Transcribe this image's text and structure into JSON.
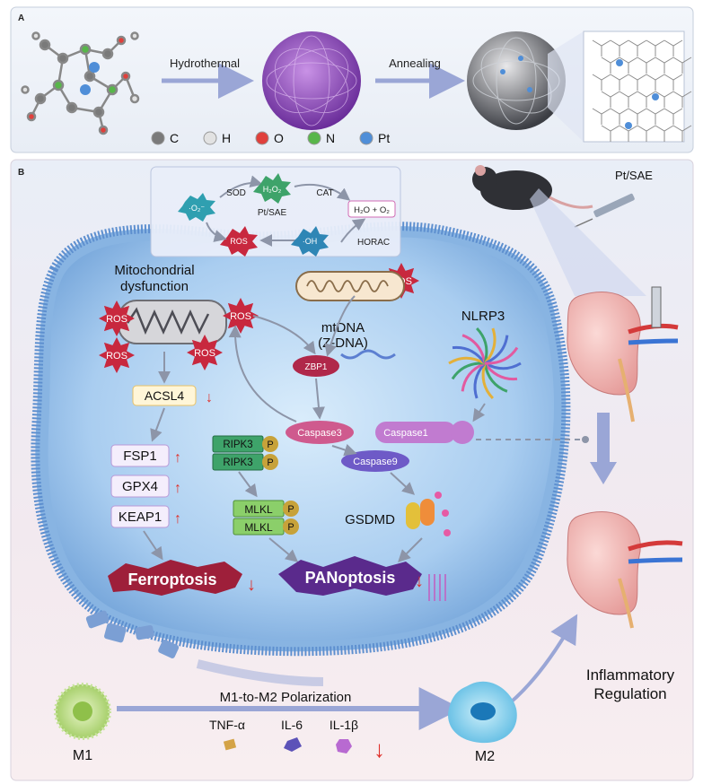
{
  "panel_a": {
    "label": "A",
    "step1": "Hydrothermal",
    "step2": "Annealing",
    "legend": [
      {
        "symbol": "C",
        "color": "#7a7a7a"
      },
      {
        "symbol": "H",
        "color": "#e2e2e2"
      },
      {
        "symbol": "O",
        "color": "#e0403c"
      },
      {
        "symbol": "N",
        "color": "#58b64a"
      },
      {
        "symbol": "Pt",
        "color": "#4f8ed8"
      }
    ]
  },
  "panel_b": {
    "label": "B",
    "enzymes": {
      "o2": "·O₂⁻",
      "sod": "SOD",
      "h2o2": "H₂O₂",
      "cat": "CAT",
      "products": "H₂O + O₂",
      "ptsae": "Pt/SAE",
      "ros": "ROS",
      "oh": "·OH",
      "horac": "HORAC"
    },
    "mito_title_1": "Mitochondrial",
    "mito_title_2": "dysfunction",
    "ros": "ROS",
    "mtdna_1": "mtDNA",
    "mtdna_2": "(Z-DNA)",
    "nlrp3": "NLRP3",
    "zbp1": "ZBP1",
    "caspase3": "Caspase3",
    "caspase1": "Caspase1",
    "caspase9": "Caspase9",
    "acsl4": "ACSL4",
    "fsp1": "FSP1",
    "gpx4": "GPX4",
    "keap1": "KEAP1",
    "ripk3": "RIPK3",
    "mlkl": "MLKL",
    "p": "P",
    "gsdmd": "GSDMD",
    "ferroptosis": "Ferroptosis",
    "panoptosis": "PANoptosis",
    "mouse_label": "Pt/SAE",
    "polarization": "M1-to-M2 Polarization",
    "m1": "M1",
    "m2": "M2",
    "cytokines": [
      "TNF-α",
      "IL-6",
      "IL-1β"
    ],
    "inflam_1": "Inflammatory",
    "inflam_2": "Regulation"
  },
  "colors": {
    "ros": "#c8283e",
    "arrow_red": "#e0302a",
    "cell": "#6ea8de",
    "ferro": "#9e1f3a",
    "panopt": "#5a2a8c"
  }
}
